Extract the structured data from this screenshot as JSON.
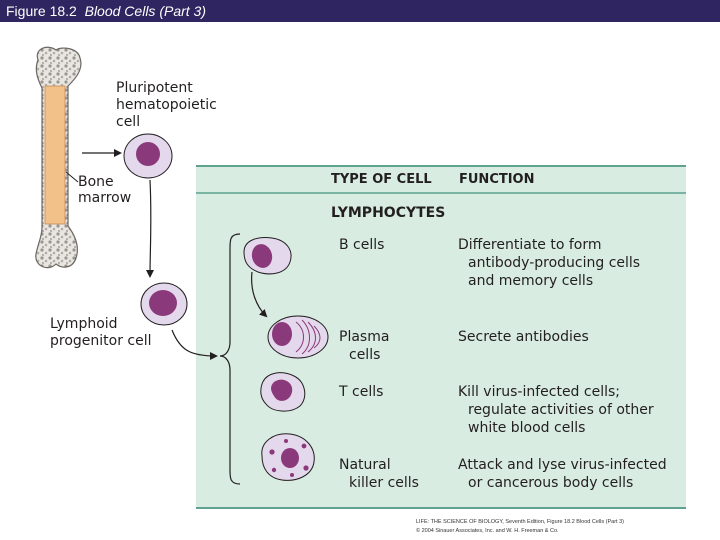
{
  "header": {
    "figure": "Figure 18.2",
    "title": "Blood Cells (Part 3)"
  },
  "labels": {
    "pluripotent": [
      "Pluripotent",
      "hematopoietic",
      "cell"
    ],
    "bone_marrow": [
      "Bone",
      "marrow"
    ],
    "lymphoid": [
      "Lymphoid",
      "progenitor cell"
    ]
  },
  "table": {
    "header_type": "TYPE OF CELL",
    "header_function": "FUNCTION",
    "section": "LYMPHOCYTES",
    "rows": [
      {
        "name": [
          "B cells"
        ],
        "function": [
          "Differentiate to form",
          "antibody-producing cells",
          "and memory cells"
        ]
      },
      {
        "name": [
          "Plasma",
          "cells"
        ],
        "function": [
          "Secrete antibodies"
        ]
      },
      {
        "name": [
          "T cells"
        ],
        "function": [
          "Kill virus-infected cells;",
          "regulate activities of other",
          "white blood cells"
        ]
      },
      {
        "name": [
          "Natural",
          "killer cells"
        ],
        "function": [
          "Attack and lyse virus-infected",
          "or cancerous body cells"
        ]
      }
    ]
  },
  "credit": {
    "line1": "LIFE: THE SCIENCE OF BIOLOGY, Seventh Edition, Figure 18.2 Blood Cells (Part 3)",
    "line2": "© 2004 Sinauer Associates, Inc. and W. H. Freeman & Co."
  },
  "colors": {
    "title_bar": "#2f2560",
    "panel": "#d8ece1",
    "panel_rule": "#5ea28f",
    "cell_body": "#e4d8ec",
    "nucleus": "#8a3a7a",
    "bone": "#f2c089"
  }
}
